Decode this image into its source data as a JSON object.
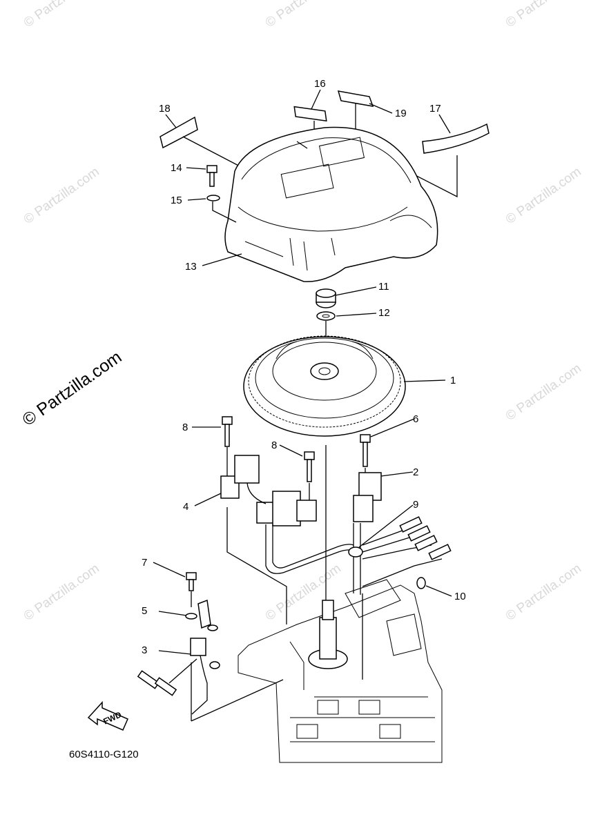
{
  "diagram": {
    "code": "60S4110-G120",
    "fwd_label": "FWD",
    "watermark": "© Partzilla.com",
    "callouts": [
      "1",
      "2",
      "3",
      "4",
      "5",
      "6",
      "7",
      "8",
      "8",
      "9",
      "10",
      "11",
      "12",
      "13",
      "14",
      "15",
      "16",
      "17",
      "18",
      "19"
    ]
  }
}
